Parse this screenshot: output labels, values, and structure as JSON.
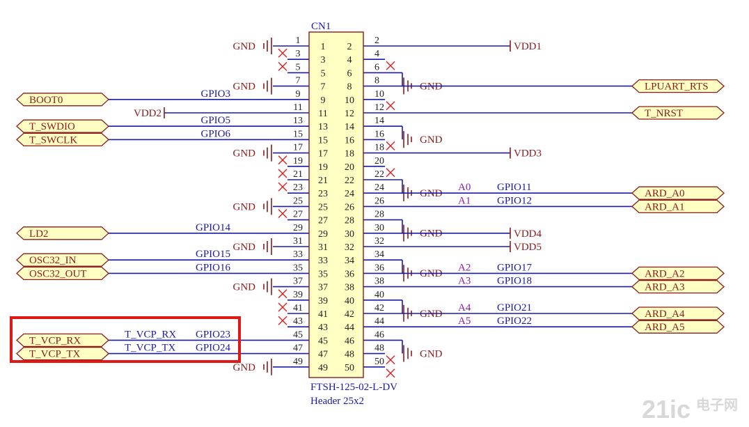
{
  "connector": {
    "designator": "CN1",
    "part_number": "FTSH-125-02-L-DV",
    "description": "Header 25x2"
  },
  "pins_left": [
    {
      "n": "1",
      "conn": "gnd",
      "label": "GND"
    },
    {
      "n": "3",
      "conn": "nc"
    },
    {
      "n": "5",
      "conn": "nc"
    },
    {
      "n": "7",
      "conn": "gnd",
      "label": "GND"
    },
    {
      "n": "9",
      "conn": "port",
      "net": "GPIO3",
      "port": "BOOT0"
    },
    {
      "n": "11",
      "conn": "power",
      "label": "VDD2"
    },
    {
      "n": "13",
      "conn": "port",
      "net": "GPIO5",
      "port": "T_SWDIO"
    },
    {
      "n": "15",
      "conn": "port",
      "net": "GPIO6",
      "port": "T_SWCLK"
    },
    {
      "n": "17",
      "conn": "gnd",
      "label": "GND"
    },
    {
      "n": "19",
      "conn": "nc"
    },
    {
      "n": "21",
      "conn": "nc"
    },
    {
      "n": "23",
      "conn": "nc"
    },
    {
      "n": "25",
      "conn": "gnd",
      "label": "GND"
    },
    {
      "n": "27",
      "conn": "nc"
    },
    {
      "n": "29",
      "conn": "port",
      "net": "GPIO14",
      "port": "LD2"
    },
    {
      "n": "31",
      "conn": "gnd",
      "label": "GND"
    },
    {
      "n": "33",
      "conn": "port",
      "net": "GPIO15",
      "port": "OSC32_IN"
    },
    {
      "n": "35",
      "conn": "port",
      "net": "GPIO16",
      "port": "OSC32_OUT"
    },
    {
      "n": "37",
      "conn": "gnd",
      "label": "GND"
    },
    {
      "n": "39",
      "conn": "nc"
    },
    {
      "n": "41",
      "conn": "nc"
    },
    {
      "n": "43",
      "conn": "nc"
    },
    {
      "n": "45",
      "conn": "port",
      "net": "GPIO23",
      "alias": "T_VCP_RX",
      "port": "T_VCP_RX"
    },
    {
      "n": "47",
      "conn": "port",
      "net": "GPIO24",
      "alias": "T_VCP_TX",
      "port": "T_VCP_TX"
    },
    {
      "n": "49",
      "conn": "gnd",
      "label": "GND"
    }
  ],
  "pins_right": [
    {
      "n": "2",
      "conn": "power",
      "label": "VDD1"
    },
    {
      "n": "4",
      "conn": "nc"
    },
    {
      "n": "6",
      "conn": "gnd",
      "label": "GND"
    },
    {
      "n": "8",
      "conn": "port",
      "port": "LPUART_RTS"
    },
    {
      "n": "10",
      "conn": "nc"
    },
    {
      "n": "12",
      "conn": "port",
      "port": "T_NRST"
    },
    {
      "n": "14",
      "conn": "gnd",
      "label": "GND"
    },
    {
      "n": "16",
      "conn": "nc"
    },
    {
      "n": "18",
      "conn": "power",
      "label": "VDD3"
    },
    {
      "n": "20",
      "conn": "nc"
    },
    {
      "n": "22",
      "conn": "gnd",
      "label": "GND"
    },
    {
      "n": "24",
      "conn": "port",
      "ard": "A0",
      "net": "GPIO11",
      "port": "ARD_A0"
    },
    {
      "n": "26",
      "conn": "port",
      "ard": "A1",
      "net": "GPIO12",
      "port": "ARD_A1"
    },
    {
      "n": "28",
      "conn": "gnd",
      "label": "GND"
    },
    {
      "n": "30",
      "conn": "power",
      "label": "VDD4"
    },
    {
      "n": "32",
      "conn": "power",
      "label": "VDD5"
    },
    {
      "n": "34",
      "conn": "gnd",
      "label": "GND"
    },
    {
      "n": "36",
      "conn": "port",
      "ard": "A2",
      "net": "GPIO17",
      "port": "ARD_A2"
    },
    {
      "n": "38",
      "conn": "port",
      "ard": "A3",
      "net": "GPIO18",
      "port": "ARD_A3"
    },
    {
      "n": "40",
      "conn": "gnd",
      "label": "GND"
    },
    {
      "n": "42",
      "conn": "port",
      "ard": "A4",
      "net": "GPIO21",
      "port": "ARD_A4"
    },
    {
      "n": "44",
      "conn": "port",
      "ard": "A5",
      "net": "GPIO22",
      "port": "ARD_A5"
    },
    {
      "n": "46",
      "conn": "gnd",
      "label": "GND"
    },
    {
      "n": "48",
      "conn": "nc"
    },
    {
      "n": "50",
      "conn": "nc"
    }
  ],
  "highlight_pins": [
    "45",
    "47"
  ],
  "watermark": {
    "latin": "21ic",
    "cjk": "电子网"
  },
  "colors": {
    "wire": "#1a1aa8",
    "power": "#8b1a1a",
    "port_fill": "#ffffc4",
    "nc": "#e02020",
    "highlight": "#e01818",
    "ard_alias": "#8b1ab0"
  }
}
